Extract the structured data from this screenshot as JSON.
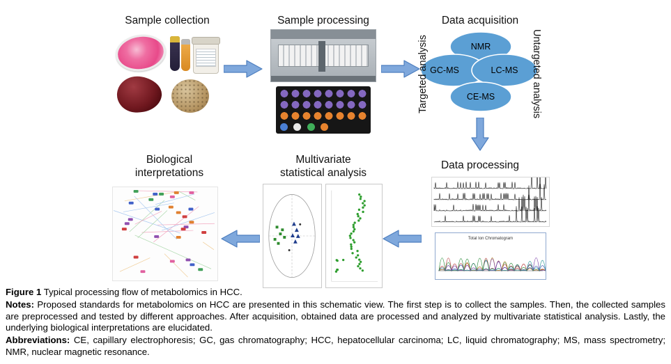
{
  "figure": {
    "steps": {
      "sample_collection": "Sample collection",
      "sample_processing": "Sample processing",
      "data_acquisition": "Data acquisition",
      "data_processing": "Data processing",
      "multivariate_line1": "Multivariate",
      "multivariate_line2": "statistical analysis",
      "biological_line1": "Biological",
      "biological_line2": "interpretations"
    },
    "acquisition": {
      "targeted": "Targeted analysis",
      "untargeted": "Untargeted analysis",
      "methods": {
        "nmr": "NMR",
        "gcms": "GC-MS",
        "lcms": "LC-MS",
        "cems": "CE-MS"
      }
    },
    "data_processing_panel": {
      "chromatogram_title": "Total Ion Chromatogram"
    },
    "colors": {
      "arrow_fill": "#7fa8dc",
      "arrow_stroke": "#4d7ebf",
      "method_ellipse_fill": "#5b9fd4"
    }
  },
  "caption": {
    "figure_label": "Figure 1",
    "figure_title": "Typical processing flow of metabolomics in HCC.",
    "notes_label": "Notes:",
    "notes_text": "Proposed standards for metabolomics on HCC are presented in this schematic view. The first step is to collect the samples. Then, the collected samples are preprocessed and tested by different approaches. After acquisition, obtained data are processed and analyzed by multivariate statistical analysis. Lastly, the underlying biological interpretations are elucidated.",
    "abbreviations_label": "Abbreviations:",
    "abbreviations_text": "CE, capillary electrophoresis; GC, gas chromatography; HCC, hepatocellular carcinoma; LC, liquid chromatography; MS, mass spectrometry; NMR, nuclear magnetic resonance."
  }
}
